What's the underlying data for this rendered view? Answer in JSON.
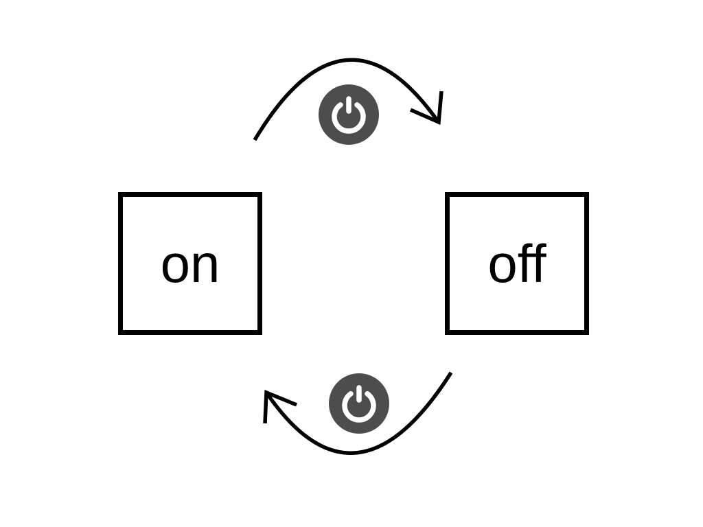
{
  "diagram": {
    "type": "state-machine",
    "background": "#ffffff",
    "states": [
      {
        "id": "on",
        "label": "on",
        "shape": "rectangle",
        "fill": "#ffffff",
        "border_color": "#000000"
      },
      {
        "id": "off",
        "label": "off",
        "shape": "rectangle",
        "fill": "#ffffff",
        "border_color": "#000000"
      }
    ],
    "transitions": [
      {
        "from": "on",
        "to": "off",
        "position": "top",
        "trigger_icon": "power-button-icon",
        "arrow_color": "#000000"
      },
      {
        "from": "off",
        "to": "on",
        "position": "bottom",
        "trigger_icon": "power-button-icon",
        "arrow_color": "#000000"
      }
    ],
    "power_icon": {
      "name": "power-button-icon",
      "fill": "#4d4d4d",
      "glyph_color": "#ffffff"
    }
  }
}
